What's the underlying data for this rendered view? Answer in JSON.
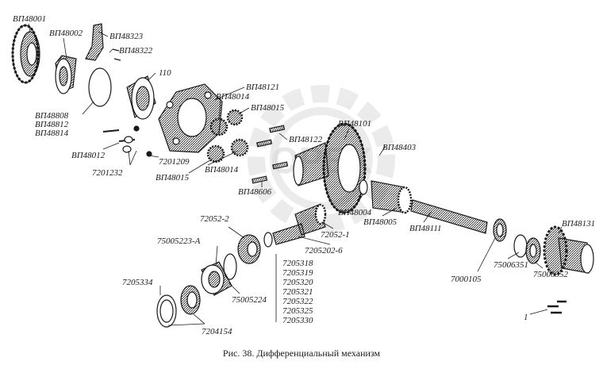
{
  "colors": {
    "ink": "#1a1a1a",
    "watermark": "#d0d0d0",
    "background": "#ffffff"
  },
  "watermark": {
    "icon": "gear-icon",
    "text": "OPEX"
  },
  "labels": {
    "vp48001": "ВП48001",
    "vp48002": "ВП48002",
    "vp48323": "ВП48323",
    "vp48322": "ВП48322",
    "n110": "110",
    "vp48808": "ВП48808",
    "vp48812": "ВП48812",
    "vp48814": "ВП48814",
    "vp48121": "ВП48121",
    "vp48014a": "ВП48014",
    "vp48015a": "ВП48015",
    "vp48012": "ВП48012",
    "n7201209": "7201209",
    "n7201232": "7201232",
    "vp48015b": "ВП48015",
    "vp48014b": "ВП48014",
    "vp48122": "ВП48122",
    "vp48101": "ВП48101",
    "vp48403": "ВП48403",
    "vp48606": "ВП48606",
    "vp48004": "ВП48004",
    "vp48005": "ВП48005",
    "vp48111": "ВП48111",
    "n72052_1": "72052-1",
    "n72052_2": "72052-2",
    "n7205202_6": "7205202-6",
    "n75005223a": "75005223-А",
    "n7205334": "7205334",
    "n75005224": "75005224",
    "n7204154": "7204154",
    "n7000105": "7000105",
    "n75006351": "75006351",
    "n75006352": "75006352",
    "vp48131": "ВП48131",
    "n1": "1",
    "stack": [
      "7205318",
      "7205319",
      "7205320",
      "7205321",
      "7205322",
      "7205325",
      "7205330"
    ]
  },
  "caption": "Рис. 38. Дифференциальный механизм"
}
